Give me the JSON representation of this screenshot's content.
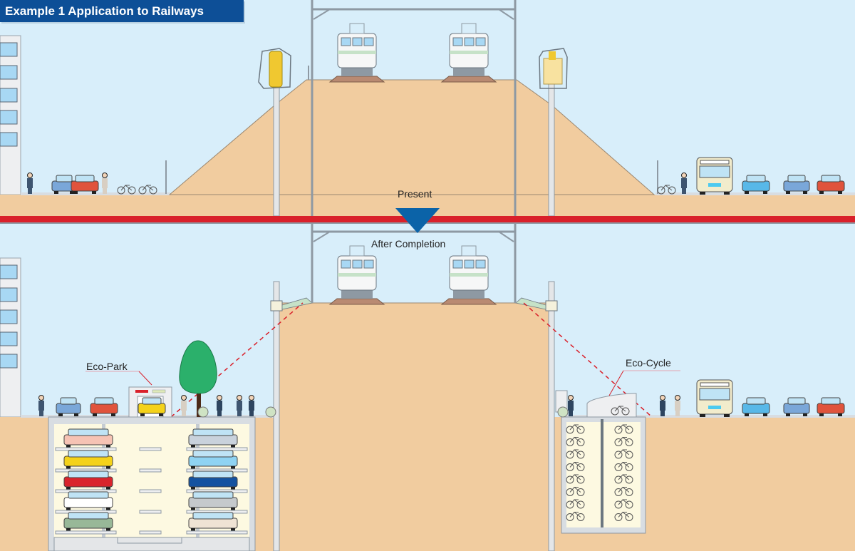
{
  "title": "Example 1  Application to Railways",
  "labels": {
    "present": "Present",
    "after": "After Completion",
    "eco_park": "Eco-Park",
    "eco_cycle": "Eco-Cycle"
  },
  "colors": {
    "sky": "#d8eefa",
    "soil": "#f1cc9f",
    "title_bg": "#0d4f97",
    "divider": "#d9202a",
    "arrow": "#0b63a8",
    "tree": "#2bb06b",
    "parking_bg": "#fdf9e1"
  },
  "eco_park_cars": {
    "left": [
      "#f6c3b4",
      "#f4d21a",
      "#d9242c",
      "#ffffff",
      "#98b898"
    ],
    "right": [
      "#c9d2dc",
      "#8fd3f2",
      "#1452a0",
      "#c5c9cc",
      "#efe3d4"
    ]
  },
  "eco_cycle_racks": {
    "rows": 8,
    "columns": 2
  }
}
